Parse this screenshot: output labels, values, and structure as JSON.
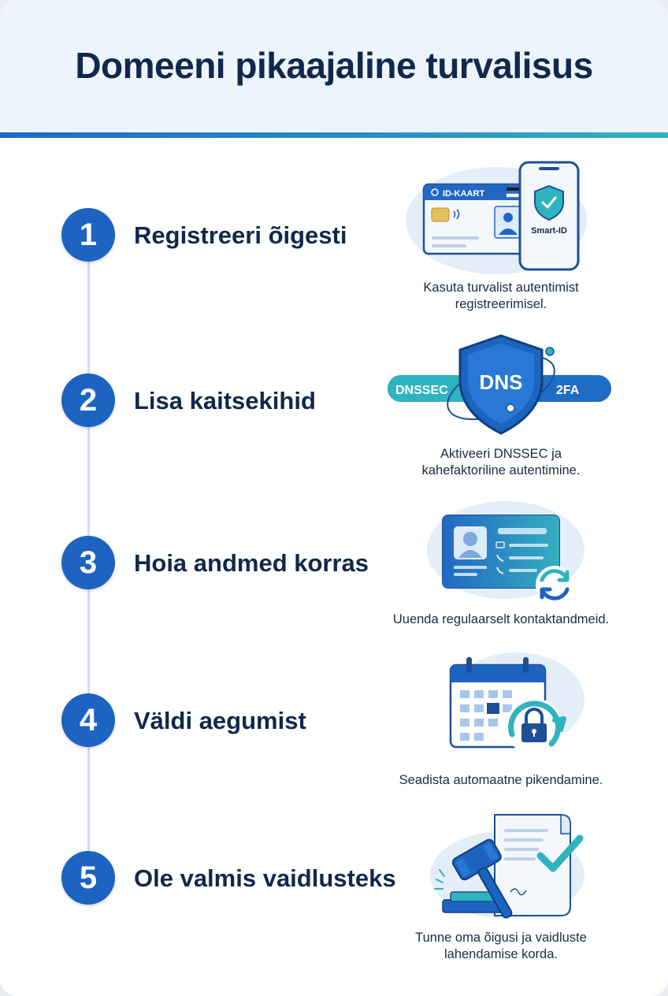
{
  "title": "Domeeni pikaajaline turvalisus",
  "steps": [
    {
      "number": "1",
      "title": "Registreeri õigesti",
      "caption_line1": "Kasuta turvalist autentimist",
      "caption_line2": "registreerimisel.",
      "icons": [
        "id-card-icon",
        "smart-id-phone-icon"
      ]
    },
    {
      "number": "2",
      "title": "Lisa kaitsekihid",
      "caption_line1": "Aktiveeri DNSSEC ja",
      "caption_line2": "kahefaktoriline autentimine.",
      "icons": [
        "dns-shield-icon"
      ]
    },
    {
      "number": "3",
      "title": "Hoia andmed korras",
      "caption_line1": "Uuenda regulaarselt kontaktandmeid.",
      "icons": [
        "contact-card-icon",
        "refresh-icon"
      ]
    },
    {
      "number": "4",
      "title": "Väldi aegumist",
      "caption_line1": "Seadista automaatne pikendamine.",
      "icons": [
        "calendar-icon",
        "lock-renew-icon"
      ]
    },
    {
      "number": "5",
      "title": "Ole valmis vaidlusteks",
      "caption_line1": "Tunne oma õigusi ja vaidluste",
      "caption_line2": "lahendamise korda.",
      "icons": [
        "gavel-icon",
        "document-check-icon"
      ]
    }
  ],
  "illustrations": {
    "id_card_label": "ID-KAART",
    "smart_id_label": "Smart-ID",
    "dnssec_label": "DNSSEC",
    "dns_label": "DNS",
    "twofa_label": "2FA"
  },
  "colors": {
    "primary_blue": "#1d63c2",
    "dark_navy": "#10284b",
    "teal": "#2fb3bf",
    "light_bg": "#eef4fb"
  }
}
